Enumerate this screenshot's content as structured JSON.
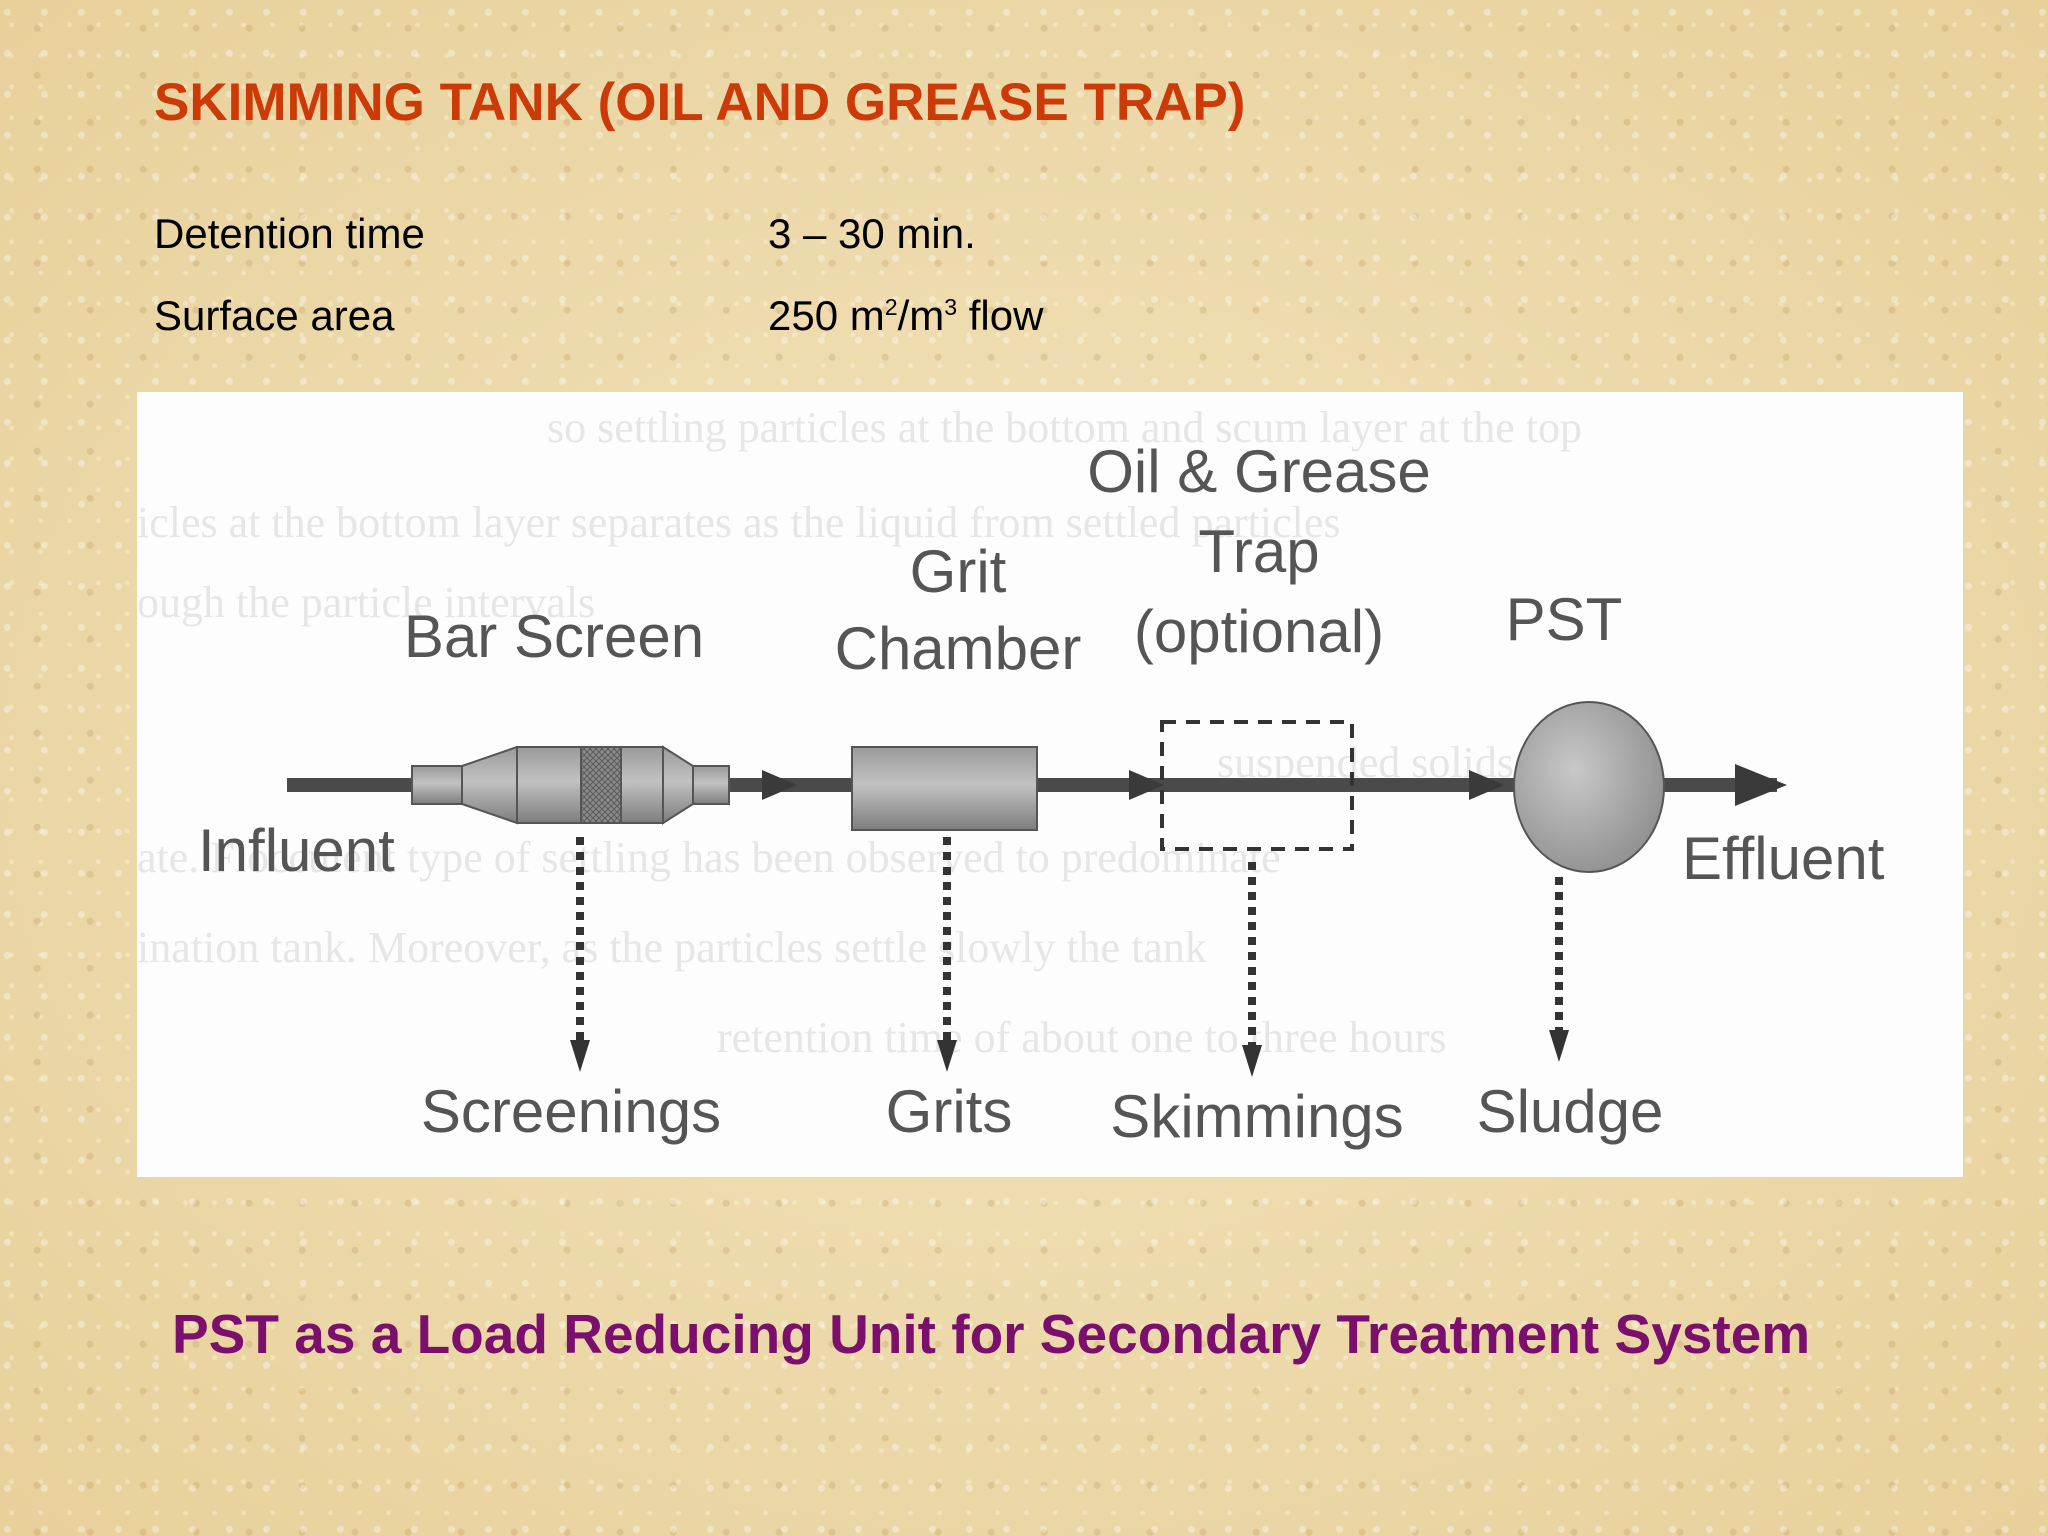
{
  "title": "SKIMMING TANK (OIL AND GREASE TRAP)",
  "parameters": [
    {
      "label": "Detention time",
      "value": "3 – 30 min."
    },
    {
      "label": "Surface area",
      "value_prefix": "250 m",
      "sup1": "2",
      "value_mid": "/m",
      "sup2": "3",
      "value_suffix": " flow"
    }
  ],
  "diagram": {
    "influent": "Influent",
    "effluent": "Effluent",
    "units": [
      {
        "name": "Bar Screen",
        "output": "Screenings"
      },
      {
        "name_line1": "Grit",
        "name_line2": "Chamber",
        "output": "Grits"
      },
      {
        "name_line1": "Oil & Grease",
        "name_line2": "Trap",
        "name_line3": "(optional)",
        "output": "Skimmings"
      },
      {
        "name": "PST",
        "output": "Sludge"
      }
    ]
  },
  "caption": "PST as a Load Reducing Unit for Secondary Treatment System"
}
